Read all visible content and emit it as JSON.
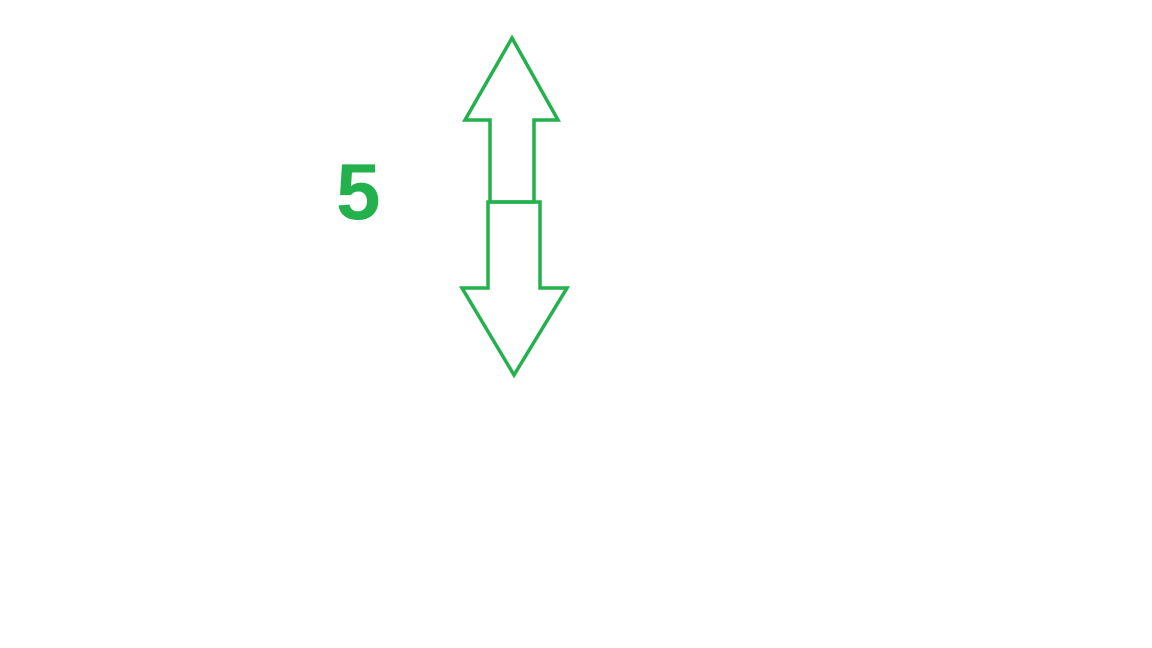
{
  "label": "5",
  "icons": {
    "up_arrow": "arrow-up-outline",
    "down_arrow": "arrow-down-outline"
  },
  "colors": {
    "accent": "#22b14c",
    "background": "#ffffff"
  }
}
